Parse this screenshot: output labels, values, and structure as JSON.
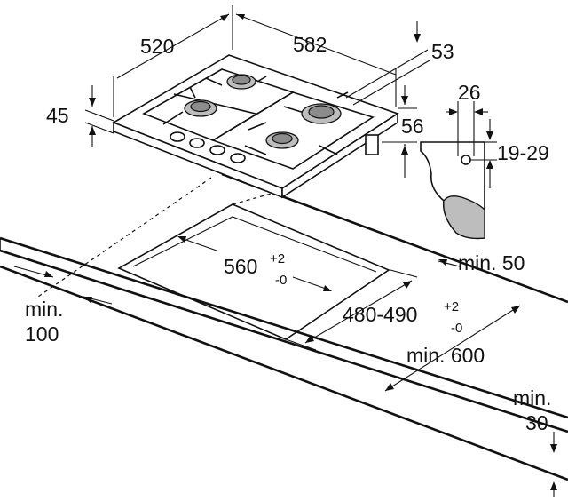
{
  "labels": {
    "width_520": "520",
    "width_582": "582",
    "depth_53": "53",
    "height_45": "45",
    "depth_56": "56",
    "bracket_26": "26",
    "bracket_19_29": "19-29",
    "cutout_560": "560",
    "cutout_560_plus": "+2",
    "cutout_560_minus": "-0",
    "min_50": "min. 50",
    "cutout_480_490": "480-490",
    "cutout_480_plus": "+2",
    "cutout_480_minus": "-0",
    "min_100_line1": "min.",
    "min_100_line2": "100",
    "min_600": "min. 600",
    "min_30_line1": "min.",
    "min_30_line2": "30"
  }
}
